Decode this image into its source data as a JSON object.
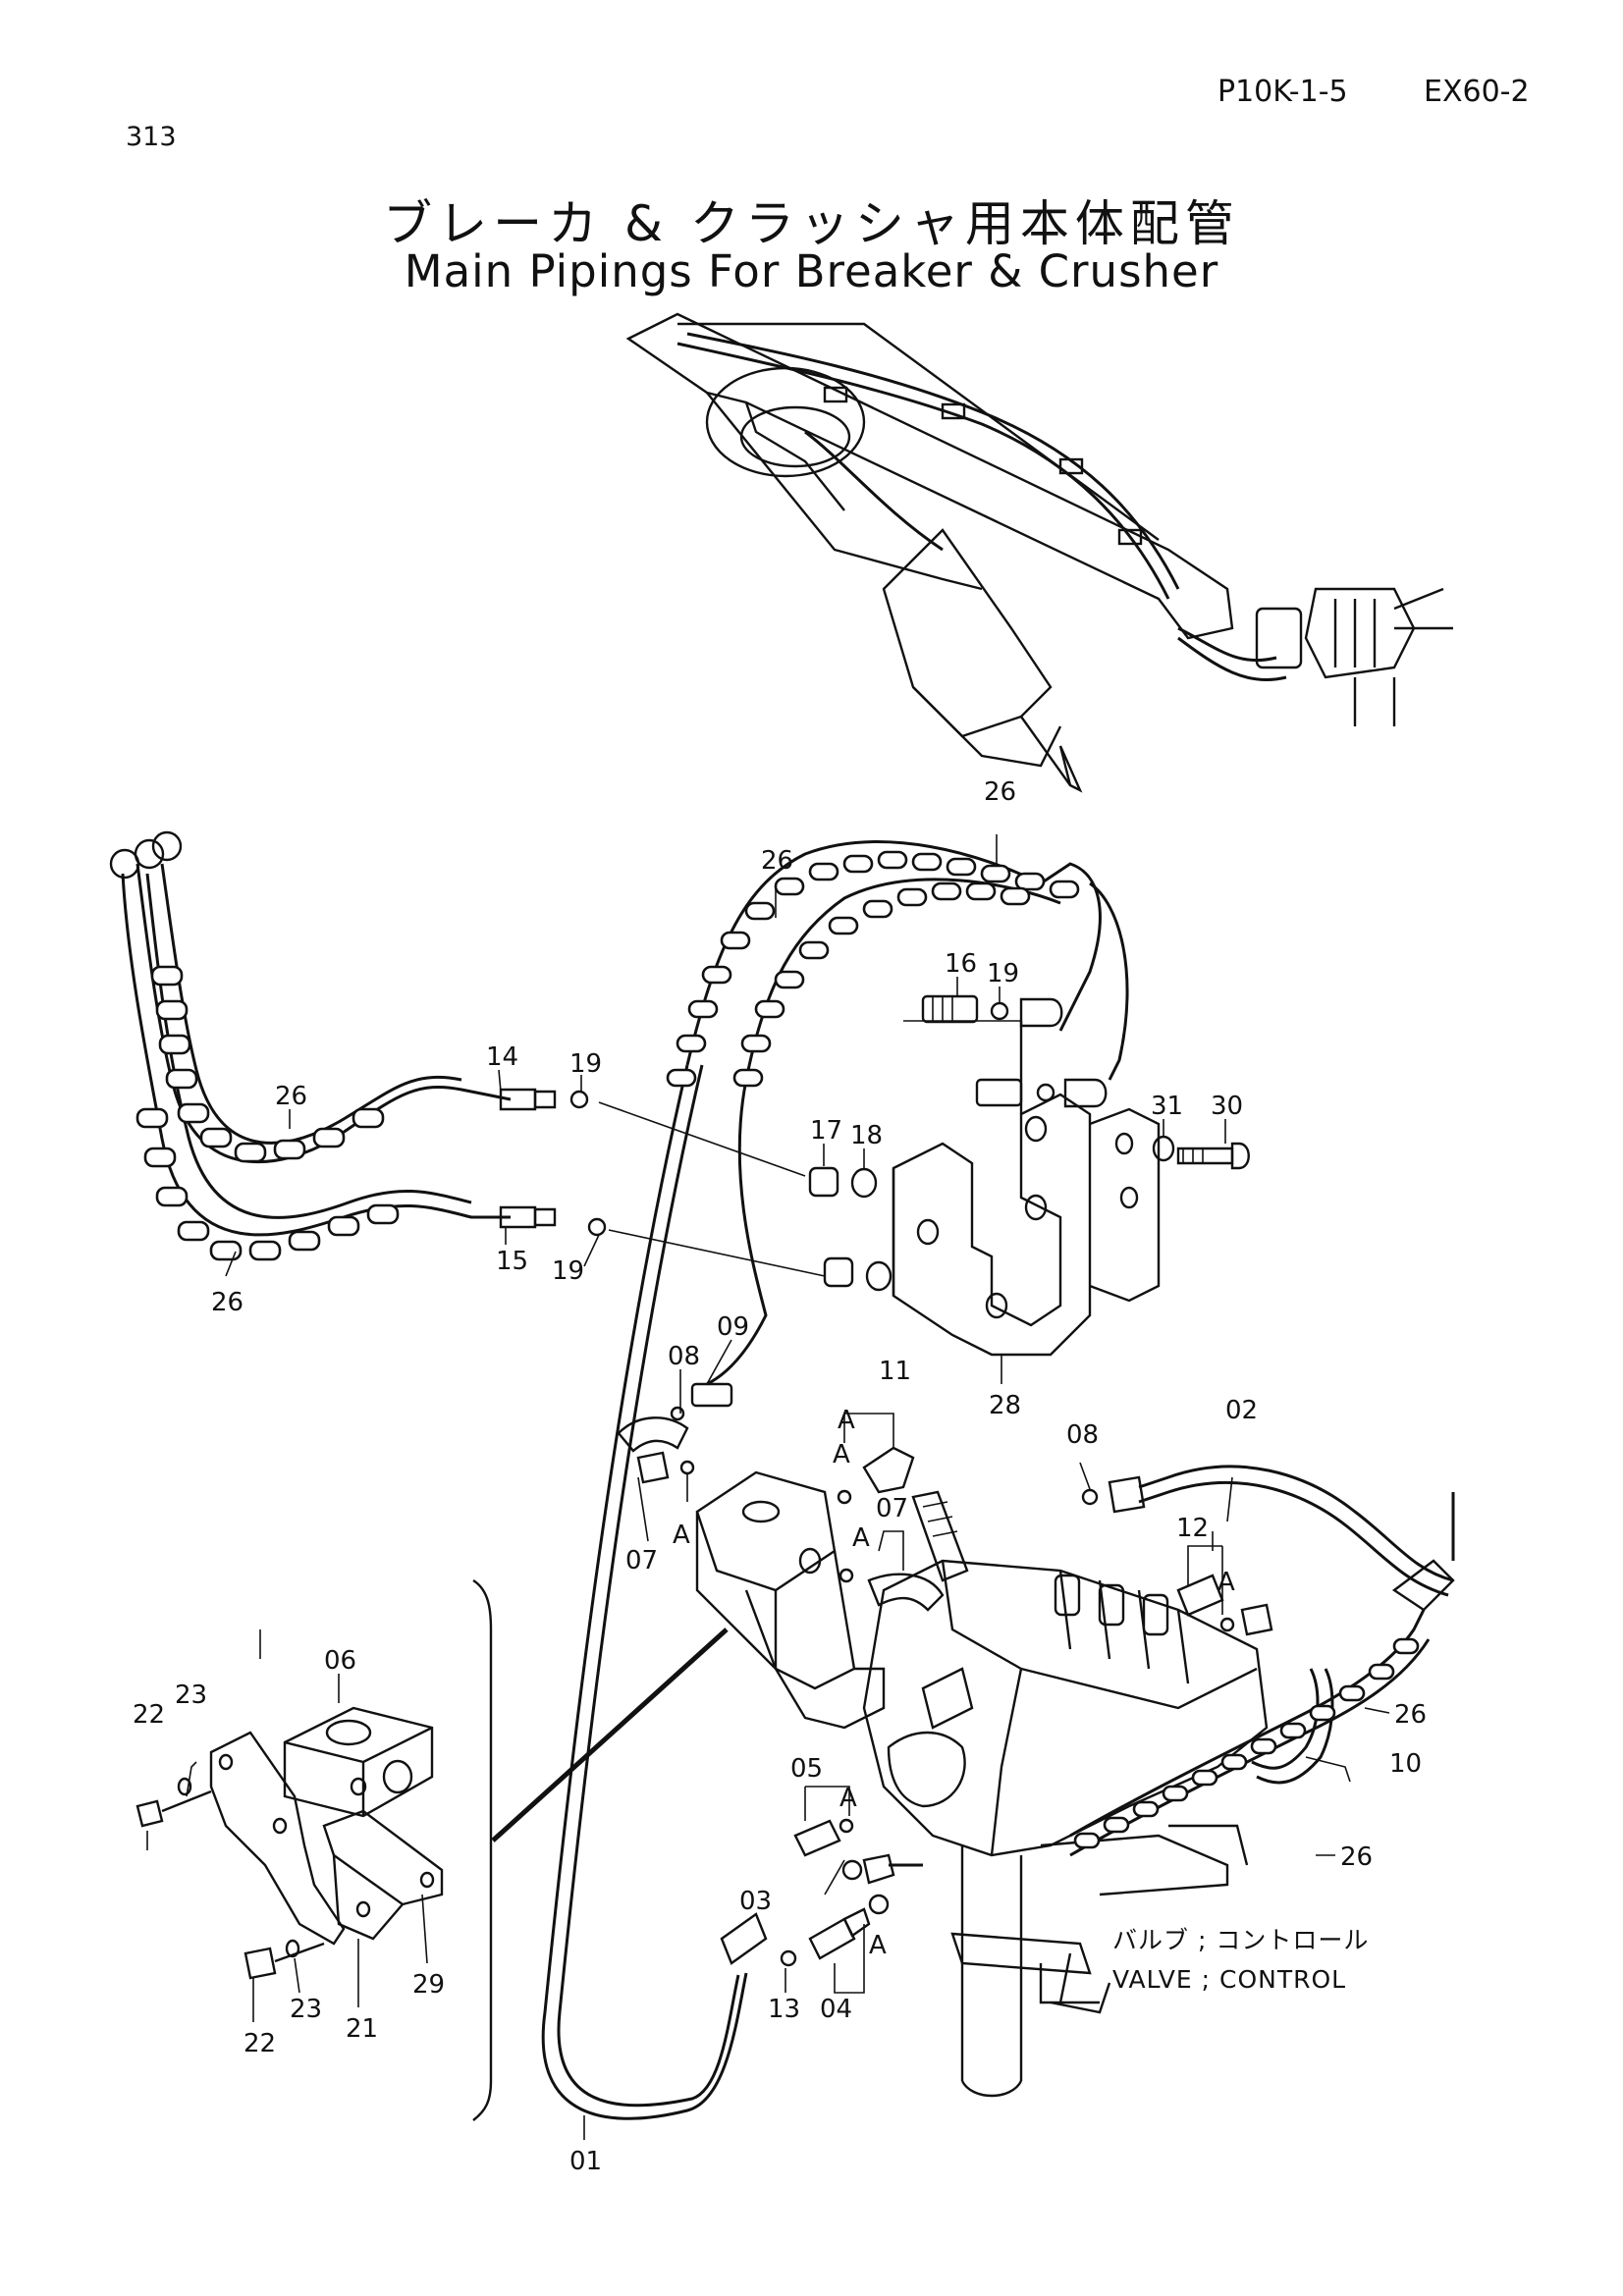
{
  "header": {
    "page_number": "313",
    "reference_code": "P10K-1-5",
    "model": "EX60-2"
  },
  "title": {
    "japanese": "ブレーカ & クラッシャ用本体配管",
    "english": "Main Pipings For Breaker & Crusher"
  },
  "callouts": {
    "c26a": "26",
    "c26b": "26",
    "c26c": "26",
    "c26d": "26",
    "c26e": "26",
    "c26f": "26",
    "c14": "14",
    "c19a": "19",
    "c19b": "19",
    "c19c": "19",
    "c15": "15",
    "c16": "16",
    "c17": "17",
    "c18": "18",
    "c30": "30",
    "c31": "31",
    "c28": "28",
    "c09": "09",
    "c08a": "08",
    "c08b": "08",
    "c11": "11",
    "c07a": "07",
    "c07b": "07",
    "c02": "02",
    "c12": "12",
    "c10": "10",
    "c06": "06",
    "c23a": "23",
    "c23b": "23",
    "c22a": "22",
    "c22b": "22",
    "c21": "21",
    "c29": "29",
    "c05": "05",
    "c03": "03",
    "c04": "04",
    "c13": "13",
    "c01": "01",
    "A1": "A",
    "A2": "A",
    "A3": "A",
    "A4": "A",
    "A5": "A",
    "A6": "A",
    "A7": "A"
  },
  "component_label": {
    "japanese": "バルブ ; コントロール",
    "english": "VALVE ; CONTROL"
  }
}
